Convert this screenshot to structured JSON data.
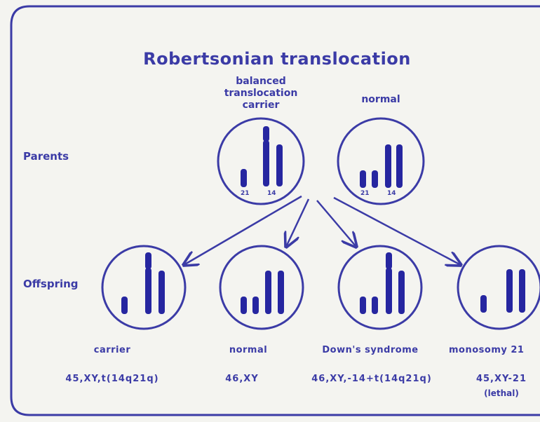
{
  "colors": {
    "ink": "#3b3ba6",
    "chromosome": "#2626a0",
    "background": "#f4f4f0"
  },
  "title": "Robertsonian translocation",
  "row_labels": {
    "parents": "Parents",
    "offspring": "Offspring"
  },
  "parents": [
    {
      "label_lines": [
        "balanced",
        "translocation",
        "carrier"
      ],
      "chromosome_labels": [
        "21",
        "14"
      ]
    },
    {
      "label": "normal",
      "chromosome_labels": [
        "21",
        "14"
      ]
    }
  ],
  "offspring": [
    {
      "label": "carrier",
      "karyotype": "45,XY,t(14q21q)"
    },
    {
      "label": "normal",
      "karyotype": "46,XY"
    },
    {
      "label": "Down's syndrome",
      "karyotype": "46,XY,-14+t(14q21q)"
    },
    {
      "label": "monosomy 21",
      "karyotype": "45,XY-21",
      "note": "(lethal)"
    }
  ]
}
